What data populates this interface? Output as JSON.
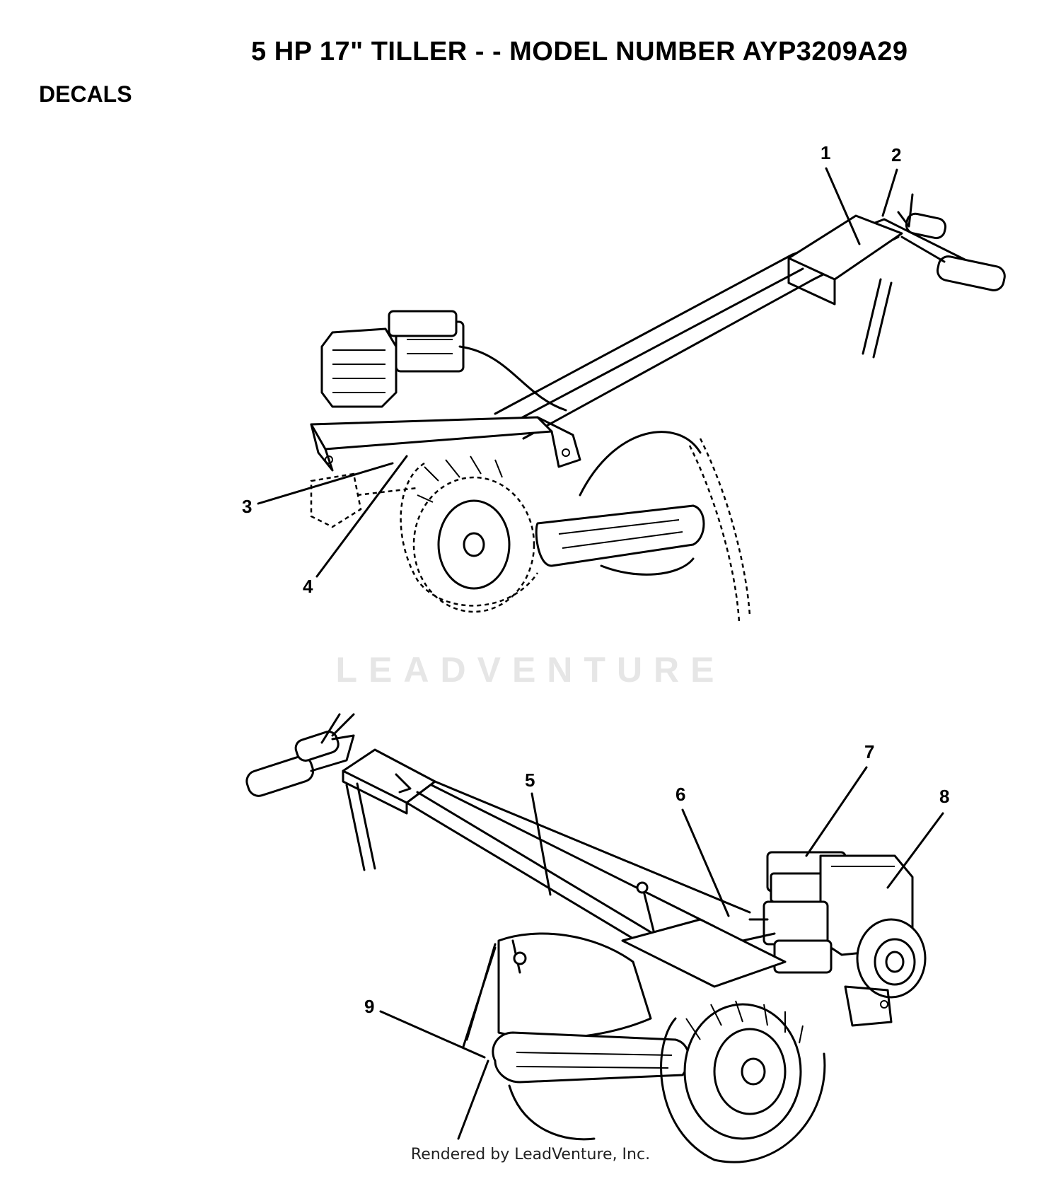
{
  "header": {
    "title": "5 HP  17\" TILLER - - MODEL NUMBER AYP3209A29",
    "section": "DECALS"
  },
  "callouts": {
    "c1": "1",
    "c2": "2",
    "c3": "3",
    "c4": "4",
    "c5": "5",
    "c6": "6",
    "c7": "7",
    "c8": "8",
    "c9": "9"
  },
  "watermark": "LEADVENTURE",
  "footer": "Rendered by LeadVenture, Inc."
}
